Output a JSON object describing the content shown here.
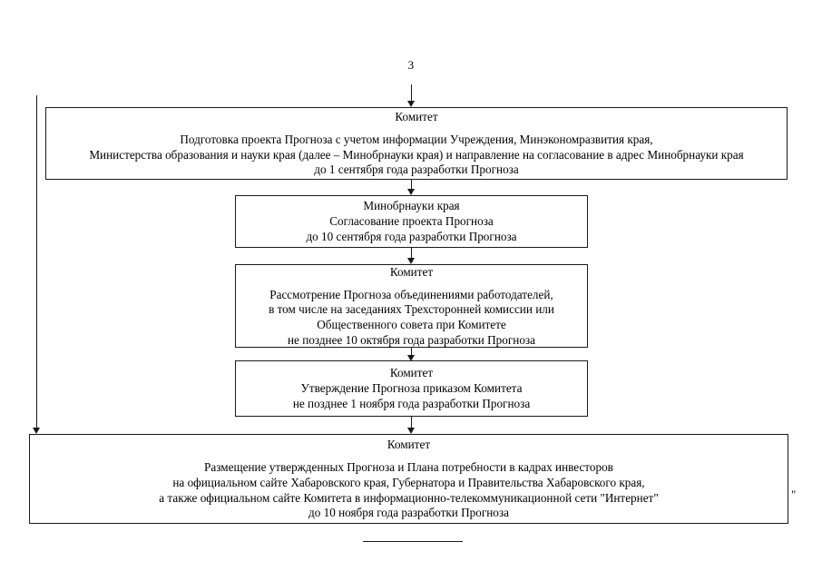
{
  "document": {
    "page_number": "3",
    "closing_quote": "\""
  },
  "flow": {
    "boxes": [
      {
        "id": "prepare",
        "actor": "Комитет",
        "lines": [
          "Подготовка проекта Прогноза с учетом информации Учреждения, Минэкономразвития края,",
          "Министерства образования и науки края (далее – Минобрнауки края) и направление на согласование в адрес Минобрнауки края",
          "до 1 сентября года разработки Прогноза"
        ]
      },
      {
        "id": "approve",
        "actor": "Минобрнауки края",
        "lines": [
          "Согласование проекта Прогноза",
          "до 10 сентября года разработки Прогноза"
        ]
      },
      {
        "id": "review",
        "actor": "Комитет",
        "lines": [
          "Рассмотрение Прогноза объединениями работодателей,",
          "в том числе на заседаниях Трехсторонней комиссии или",
          "Общественного совета при Комитете",
          "не позднее 10 октября года разработки Прогноза"
        ]
      },
      {
        "id": "confirm",
        "actor": "Комитет",
        "lines": [
          "Утверждение Прогноза приказом Комитета",
          "не позднее 1 ноября года разработки Прогноза"
        ]
      },
      {
        "id": "publish",
        "actor": "Комитет",
        "lines": [
          "Размещение утвержденных Прогноза и Плана потребности в кадрах инвесторов",
          "на официальном сайте Хабаровского края, Губернатора и Правительства Хабаровского края,",
          "а также официальном сайте Комитета в информационно-телекоммуникационной сети \"Интернет\"",
          "до 10 ноября года разработки Прогноза"
        ]
      }
    ]
  },
  "colors": {
    "ink": "#1a1a1a",
    "paper": "#ffffff"
  }
}
